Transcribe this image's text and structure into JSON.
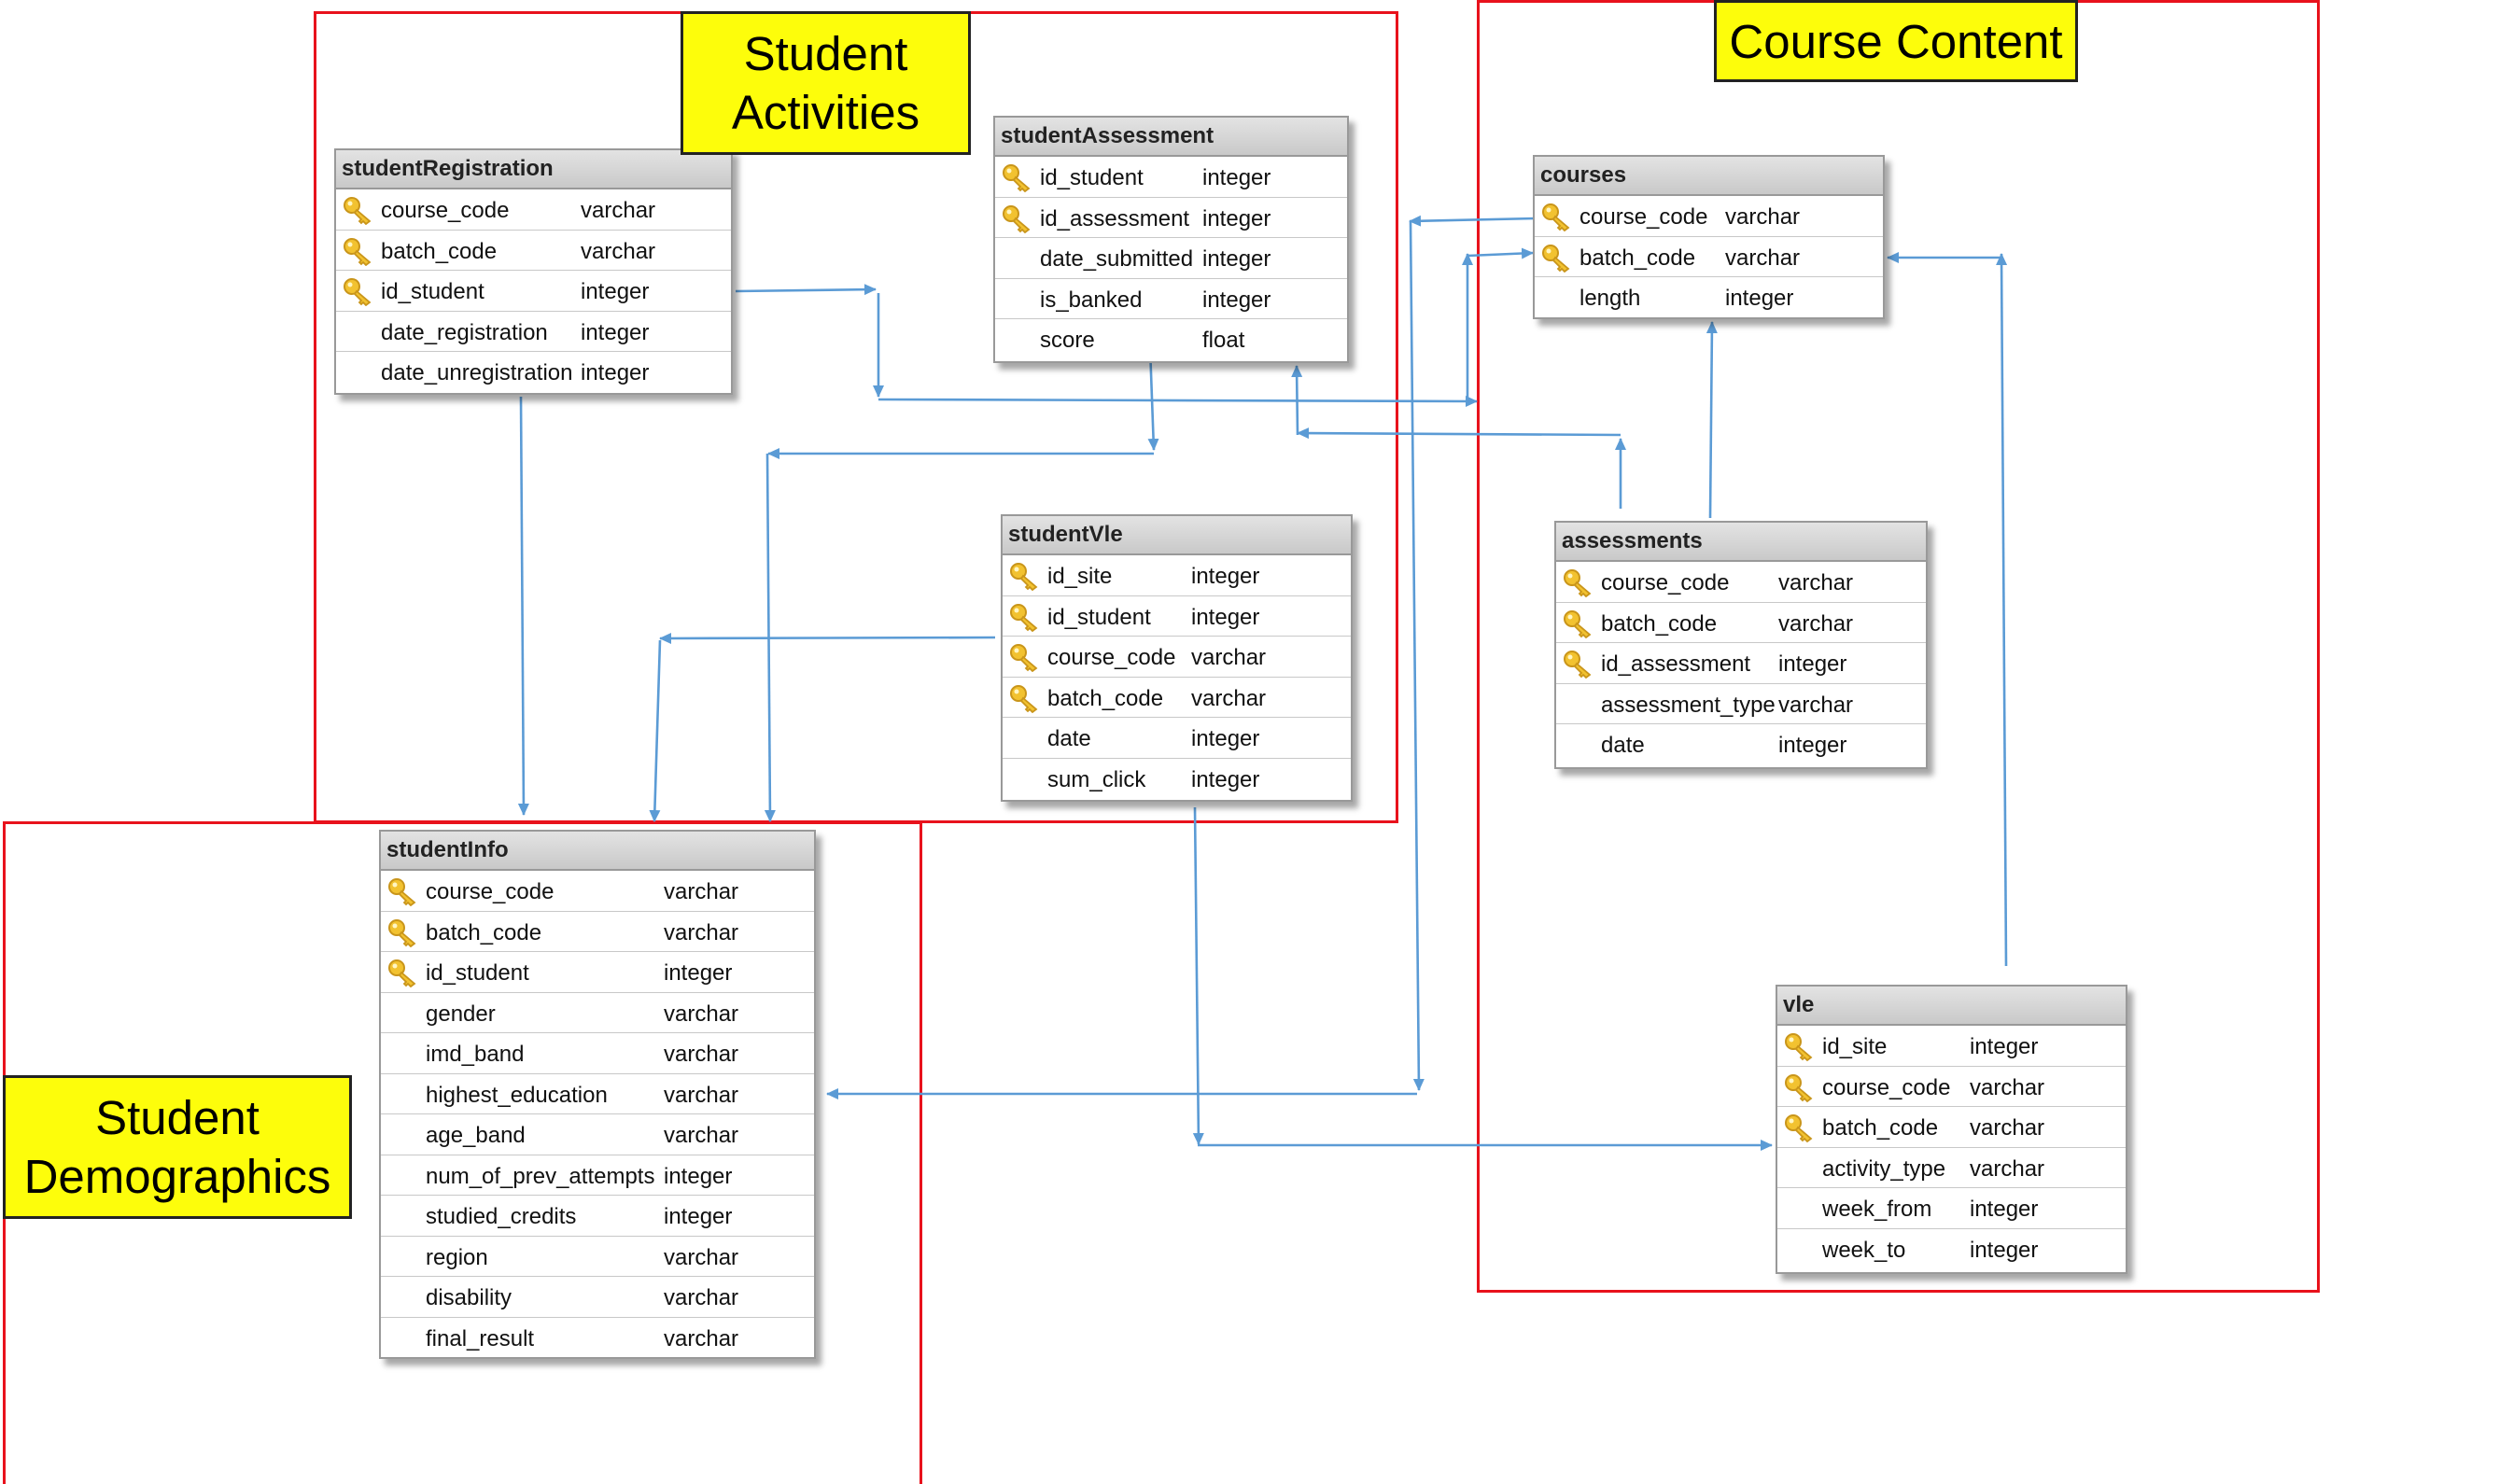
{
  "groups": {
    "activities": {
      "label": "Student\nActivities"
    },
    "content": {
      "label": "Course Content"
    },
    "demographics": {
      "label": "Student\nDemographics"
    }
  },
  "tables": {
    "studentRegistration": {
      "title": "studentRegistration",
      "rows": [
        {
          "name": "course_code",
          "type": "varchar",
          "key": true
        },
        {
          "name": "batch_code",
          "type": "varchar",
          "key": true
        },
        {
          "name": "id_student",
          "type": "integer",
          "key": true
        },
        {
          "name": "date_registration",
          "type": "integer",
          "key": false
        },
        {
          "name": "date_unregistration",
          "type": "integer",
          "key": false
        }
      ]
    },
    "studentAssessment": {
      "title": "studentAssessment",
      "rows": [
        {
          "name": "id_student",
          "type": "integer",
          "key": true
        },
        {
          "name": "id_assessment",
          "type": "integer",
          "key": true
        },
        {
          "name": "date_submitted",
          "type": "integer",
          "key": false
        },
        {
          "name": "is_banked",
          "type": "integer",
          "key": false
        },
        {
          "name": "score",
          "type": "float",
          "key": false
        }
      ]
    },
    "courses": {
      "title": "courses",
      "rows": [
        {
          "name": "course_code",
          "type": "varchar",
          "key": true
        },
        {
          "name": "batch_code",
          "type": "varchar",
          "key": true
        },
        {
          "name": "length",
          "type": "integer",
          "key": false
        }
      ]
    },
    "studentVle": {
      "title": "studentVle",
      "rows": [
        {
          "name": "id_site",
          "type": "integer",
          "key": true
        },
        {
          "name": "id_student",
          "type": "integer",
          "key": true
        },
        {
          "name": "course_code",
          "type": "varchar",
          "key": true
        },
        {
          "name": "batch_code",
          "type": "varchar",
          "key": true
        },
        {
          "name": "date",
          "type": "integer",
          "key": false
        },
        {
          "name": "sum_click",
          "type": "integer",
          "key": false
        }
      ]
    },
    "assessments": {
      "title": "assessments",
      "rows": [
        {
          "name": "course_code",
          "type": "varchar",
          "key": true
        },
        {
          "name": "batch_code",
          "type": "varchar",
          "key": true
        },
        {
          "name": "id_assessment",
          "type": "integer",
          "key": true
        },
        {
          "name": "assessment_type",
          "type": "varchar",
          "key": false
        },
        {
          "name": "date",
          "type": "integer",
          "key": false
        }
      ]
    },
    "studentInfo": {
      "title": "studentInfo",
      "rows": [
        {
          "name": "course_code",
          "type": "varchar",
          "key": true
        },
        {
          "name": "batch_code",
          "type": "varchar",
          "key": true
        },
        {
          "name": "id_student",
          "type": "integer",
          "key": true
        },
        {
          "name": "gender",
          "type": "varchar",
          "key": false
        },
        {
          "name": "imd_band",
          "type": "varchar",
          "key": false
        },
        {
          "name": "highest_education",
          "type": "varchar",
          "key": false
        },
        {
          "name": "age_band",
          "type": "varchar",
          "key": false
        },
        {
          "name": "num_of_prev_attempts",
          "type": "integer",
          "key": false
        },
        {
          "name": "studied_credits",
          "type": "integer",
          "key": false
        },
        {
          "name": "region",
          "type": "varchar",
          "key": false
        },
        {
          "name": "disability",
          "type": "varchar",
          "key": false
        },
        {
          "name": "final_result",
          "type": "varchar",
          "key": false
        }
      ]
    },
    "vle": {
      "title": "vle",
      "rows": [
        {
          "name": "id_site",
          "type": "integer",
          "key": true
        },
        {
          "name": "course_code",
          "type": "varchar",
          "key": true
        },
        {
          "name": "batch_code",
          "type": "varchar",
          "key": true
        },
        {
          "name": "activity_type",
          "type": "varchar",
          "key": false
        },
        {
          "name": "week_from",
          "type": "integer",
          "key": false
        },
        {
          "name": "week_to",
          "type": "integer",
          "key": false
        }
      ]
    }
  },
  "colors": {
    "group_border": "#e8121c",
    "label_fill": "#fdfd0b",
    "connector": "#5b9bd5",
    "key_icon": "#f2c230"
  }
}
